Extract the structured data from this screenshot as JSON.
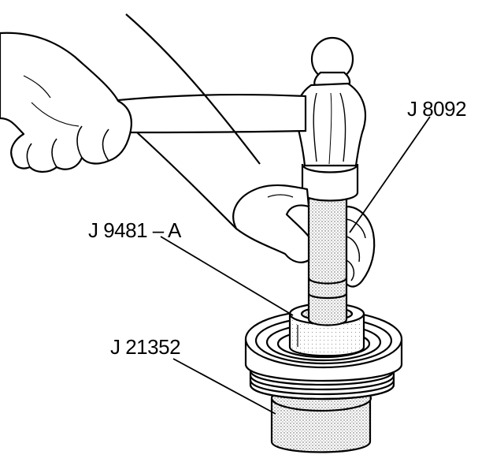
{
  "figure": {
    "labels": {
      "hammer_tool": "J 8092",
      "driver_tool": "J 9481 – A",
      "support_tool": "J 21352"
    },
    "colors": {
      "ink": "#000000",
      "paper": "#ffffff",
      "stipple": "#cfcfcf"
    }
  }
}
